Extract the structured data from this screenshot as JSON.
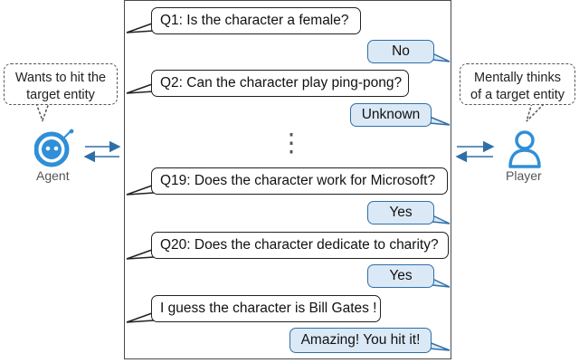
{
  "agent": {
    "thought_line1": "Wants to hit the",
    "thought_line2": "target entity",
    "label": "Agent"
  },
  "player": {
    "thought_line1": "Mentally thinks",
    "thought_line2": "of a target entity",
    "label": "Player"
  },
  "dialogue": {
    "q1": "Q1: Is the character a female?",
    "a1": "No",
    "q2": "Q2: Can the character play ping-pong?",
    "a2": "Unknown",
    "ellipsis": "⋮",
    "q19": "Q19: Does the character work for Microsoft?",
    "a19": "Yes",
    "q20": "Q20: Does the character dedicate to charity?",
    "a20": "Yes",
    "guess": "I guess the character is Bill Gates !",
    "final": "Amazing! You hit it!"
  },
  "colors": {
    "accent_blue": "#2f8fd8",
    "answer_fill": "#dbe9f7",
    "answer_border": "#2f6fa7"
  }
}
